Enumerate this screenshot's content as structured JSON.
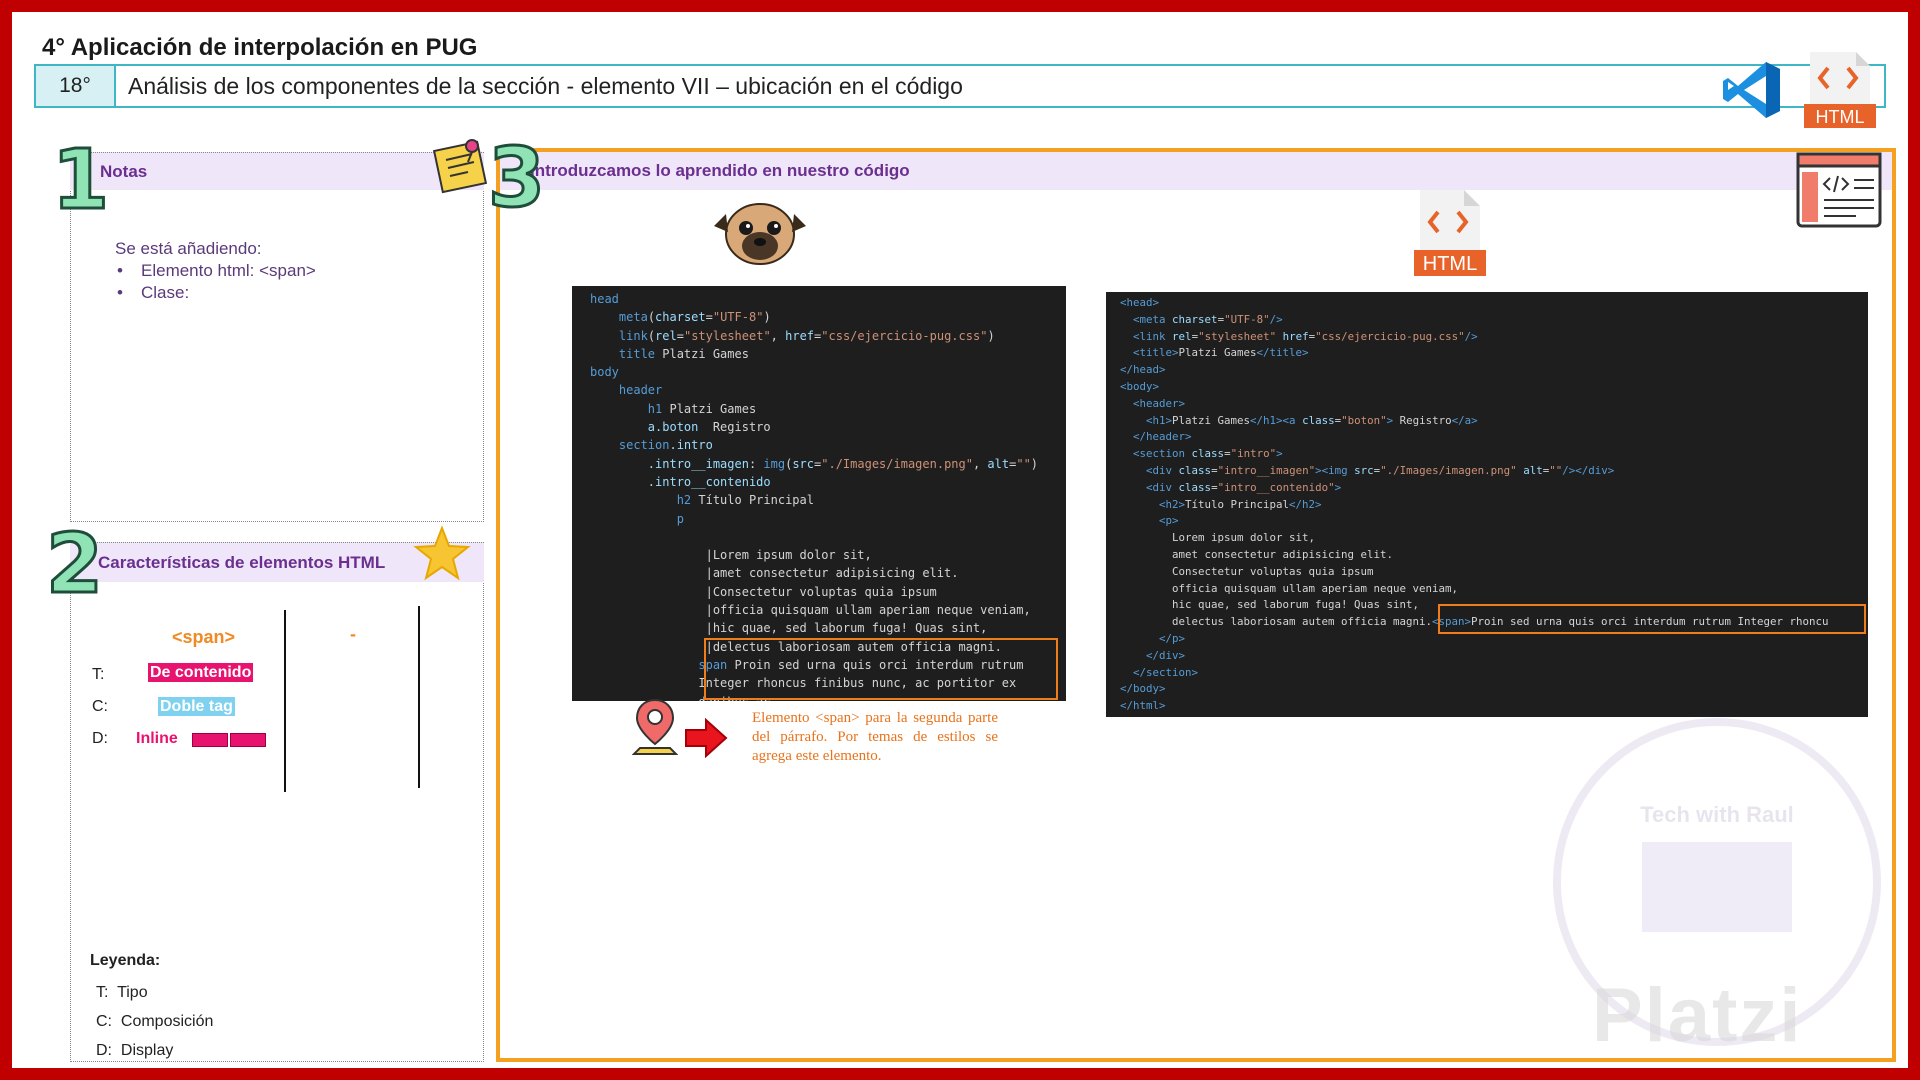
{
  "header": {
    "title": "4° Aplicación de interpolación en PUG",
    "number": "18°",
    "subtitle": "Análisis de los componentes de la sección   - elemento VII – ubicación en el código",
    "html_badge": "HTML"
  },
  "panel1": {
    "number": "1",
    "title": "Notas",
    "intro": "Se está añadiendo:",
    "items": [
      "Elemento html: <span>",
      "Clase:"
    ]
  },
  "panel2": {
    "number": "2",
    "title": "Características de elementos HTML",
    "element": "<span>",
    "dash": "-",
    "rows": [
      {
        "key": "T:",
        "value": "De contenido"
      },
      {
        "key": "C:",
        "value": "Doble tag"
      },
      {
        "key": "D:",
        "value": "Inline"
      }
    ],
    "legend": {
      "title": "Leyenda:",
      "items": [
        {
          "key": "T:",
          "label": "Tipo"
        },
        {
          "key": "C:",
          "label": "Composición"
        },
        {
          "key": "D:",
          "label": "Display"
        }
      ]
    }
  },
  "panel3": {
    "number": "3",
    "title": "Introduzcamos lo aprendido en nuestro código",
    "html_badge": "HTML",
    "explanation": "Elemento <span> para la segunda parte del párrafo. Por temas de estilos se agrega este elemento."
  },
  "watermark": {
    "brand": "Platzi",
    "sub": "Tech with Raul"
  },
  "colors": {
    "accent_orange": "#f4a021",
    "panel_purple": "#6b2f8f",
    "tag_pink": "#e8136f",
    "tag_blue": "#7fd2ef",
    "frame_red": "#c00000"
  }
}
